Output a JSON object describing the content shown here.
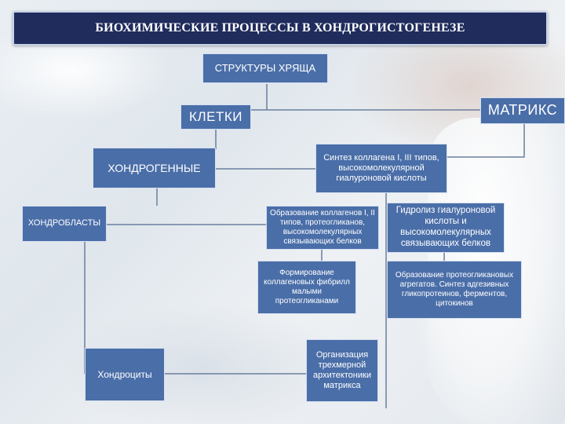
{
  "title": "БИОХИМИЧЕСКИЕ ПРОЦЕССЫ В ХОНДРОГИСТОГЕНЕЗЕ",
  "nodes": {
    "structures": "СТРУКТУРЫ ХРЯЩА",
    "cells": "КЛЕТКИ",
    "matrix": "МАТРИКС",
    "chondrogenic": "ХОНДРОГЕННЫЕ",
    "chondroblasts": "ХОНДРОБЛАСТЫ",
    "chondrocytes": "Хондроциты",
    "collagen_synthesis": "Синтез коллагена I, III типов, высокомолекулярной гиалуроновой кислоты",
    "collagen_formation": "Образование коллагенов I, II типов, протеогликанов, высокомолекулярных связывающих белков",
    "hydrolysis": "Гидролиз гиалуроновой кислоты и высокомолекулярных связывающих белков",
    "fibril_formation": "Формирование коллагеновых фибрилл малыми протеогликанами",
    "proteoglycan_aggregates": "Образование протеогликановых агрегатов. Синтез адгезивных гликопротеинов, ферментов, цитокинов",
    "architectonics": "Организация трехмерной архитектоники матрикса"
  },
  "colors": {
    "title_bg": "#1f2c5c",
    "box_fill": "#4a6ea8",
    "box_border": "#d6e0f0",
    "connector": "#6b7f9e"
  }
}
